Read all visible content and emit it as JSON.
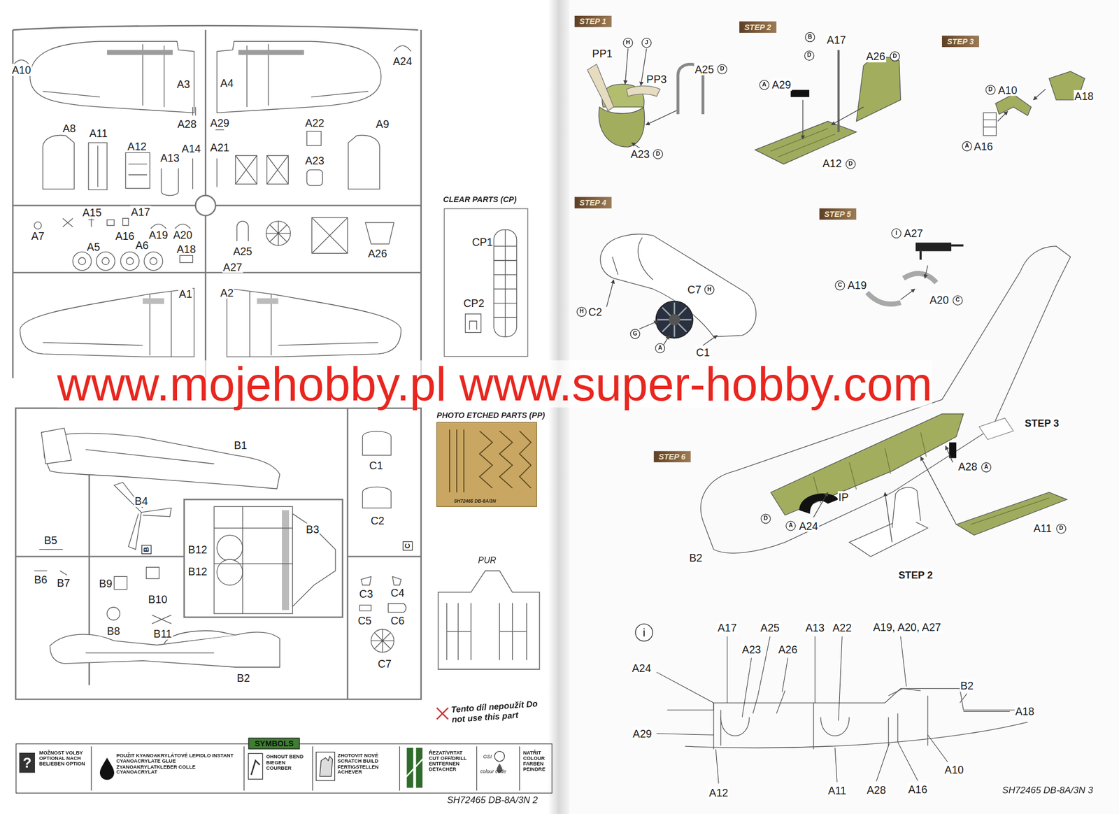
{
  "diagram": {
    "nodes": [
      {
        "text": [
          "CLEAR PARTS (CP)"
        ]
      },
      {
        "text": [
          "PHOTO ETCHED PARTS (PP)",
          "SH72465 DB-8A/3N"
        ]
      },
      {
        "text": [
          "PUR"
        ]
      },
      {
        "text": [
          "SYMBOLS",
          "?",
          "MOŽNOST VOLBY OPTIONAL NACH BELIEBEN OPTION",
          "POUŽIT KYANOAKRYLÁTOVÉ LEPIDLO INSTANT CYANOACRYLATE GLUE ZYANOAKRYLATKLEBER COLLE CYANOACRYLAT",
          "OHNOUT BEND BIEGEN COURBER",
          "ZHOTOVIT NOVÉ SCRATCH BUILD FERTIGSTELLEN ACHEVER",
          "ŘEZAT/VRTAT CUT OFF/DRILL ENTFERNEN DETACHER",
          "GSI",
          "colour code",
          "NATŘIT COLOUR FARBEN PEINDRE"
        ]
      },
      {
        "text": [
          "STEP 1"
        ]
      },
      {
        "text": [
          "STEP 2"
        ]
      },
      {
        "text": [
          "STEP 3"
        ]
      },
      {
        "text": [
          "STEP 4"
        ]
      },
      {
        "text": [
          "STEP 5"
        ]
      },
      {
        "text": [
          "STEP 6"
        ]
      },
      {
        "text": [
          "i"
        ]
      },
      {
        "text": [
          "H"
        ]
      },
      {
        "text": [
          "J"
        ]
      },
      {
        "text": [
          "D"
        ]
      },
      {
        "text": [
          "D"
        ]
      },
      {
        "text": [
          "B"
        ]
      },
      {
        "text": [
          "D"
        ]
      },
      {
        "text": [
          "A"
        ]
      },
      {
        "text": [
          "D"
        ]
      },
      {
        "text": [
          "D"
        ]
      },
      {
        "text": [
          "D"
        ]
      },
      {
        "text": [
          "A"
        ]
      },
      {
        "text": [
          "H"
        ]
      },
      {
        "text": [
          "H"
        ]
      },
      {
        "text": [
          "G"
        ]
      },
      {
        "text": [
          "A"
        ]
      },
      {
        "text": [
          "I"
        ]
      },
      {
        "text": [
          "C"
        ]
      },
      {
        "text": [
          "C"
        ]
      },
      {
        "text": [
          "A"
        ]
      },
      {
        "text": [
          "D"
        ]
      },
      {
        "text": [
          "A"
        ]
      },
      {
        "text": [
          "D"
        ]
      }
    ],
    "labels": [
      "A10",
      "A3",
      "A4",
      "A24",
      "A28",
      "A29",
      "A8",
      "A11",
      "A12",
      "A13",
      "A14",
      "A21",
      "A22",
      "A23",
      "A9",
      "A15",
      "A17",
      "A7",
      "A16",
      "A19",
      "A20",
      "A5",
      "A6",
      "A18",
      "A25",
      "A26",
      "A27",
      "A1",
      "A2",
      "CP1",
      "CP2",
      "B1",
      "C1",
      "B4",
      "C2",
      "B3",
      "B5",
      "B",
      "C",
      "B12",
      "B12",
      "B6",
      "B7",
      "B9",
      "C3",
      "C4",
      "B10",
      "C5",
      "C6",
      "B8",
      "B11",
      "C7",
      "B2",
      "Tento díl nepoužít Do not use this part",
      "SH72465 DB-8A/3N 2",
      "PP1",
      "PP3",
      "A25",
      "A23",
      "A17",
      "A29",
      "A26",
      "A12",
      "A10",
      "A18",
      "A16",
      "C7",
      "C2",
      "C1",
      "A27",
      "A19",
      "A20",
      "STEP 3",
      "A28",
      "IP",
      "A24",
      "A11",
      "B2",
      "STEP 2",
      "A17",
      "A25",
      "A13",
      "A22",
      "A19, A20, A27",
      "A23",
      "A26",
      "A24",
      "B2",
      "A18",
      "A29",
      "A10",
      "A12",
      "A11",
      "A28",
      "A16",
      "SH72465 DB-8A/3N 3",
      "www.mojehobby.pl www.super-hobby.com"
    ]
  }
}
